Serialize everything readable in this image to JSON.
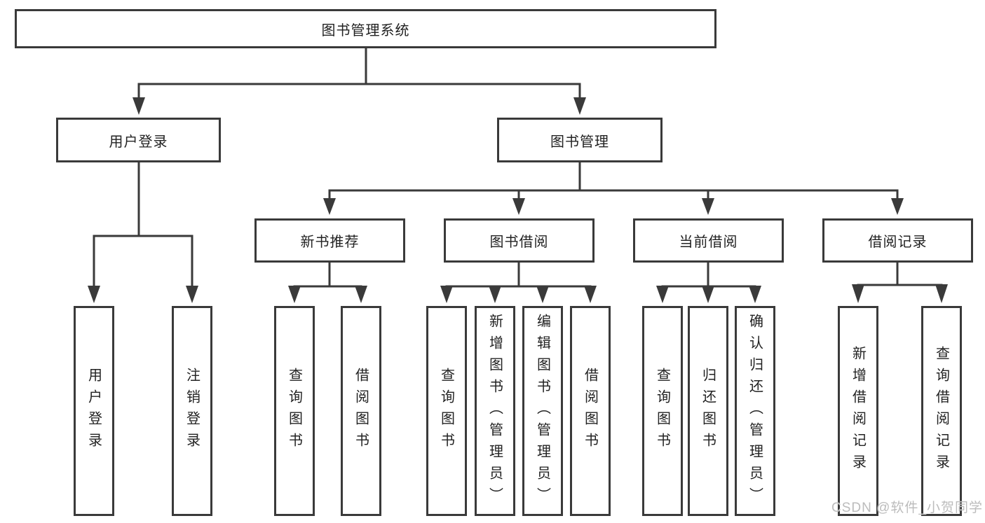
{
  "diagram": {
    "root": {
      "label": "图书管理系统"
    },
    "level2": [
      {
        "label": "用户登录",
        "children": [
          {
            "label": "用户登录"
          },
          {
            "label": "注销登录"
          }
        ]
      },
      {
        "label": "图书管理",
        "children": [
          {
            "label": "新书推荐",
            "children": [
              {
                "label": "查询图书"
              },
              {
                "label": "借阅图书"
              }
            ]
          },
          {
            "label": "图书借阅",
            "children": [
              {
                "label": "查询图书"
              },
              {
                "label": "新增图书（管理员）"
              },
              {
                "label": "编辑图书（管理员）"
              },
              {
                "label": "借阅图书"
              }
            ]
          },
          {
            "label": "当前借阅",
            "children": [
              {
                "label": "查询图书"
              },
              {
                "label": "归还图书"
              },
              {
                "label": "确认归还（管理员）"
              }
            ]
          },
          {
            "label": "借阅记录",
            "children": [
              {
                "label": "新增借阅记录"
              },
              {
                "label": "查询借阅记录"
              }
            ]
          }
        ]
      }
    ]
  },
  "watermark": {
    "text": "CSDN @软件_小贺同学"
  },
  "colors": {
    "line": "#3a3a3a",
    "text": "#222222",
    "background": "#ffffff",
    "watermark": "#bcbcbc"
  }
}
